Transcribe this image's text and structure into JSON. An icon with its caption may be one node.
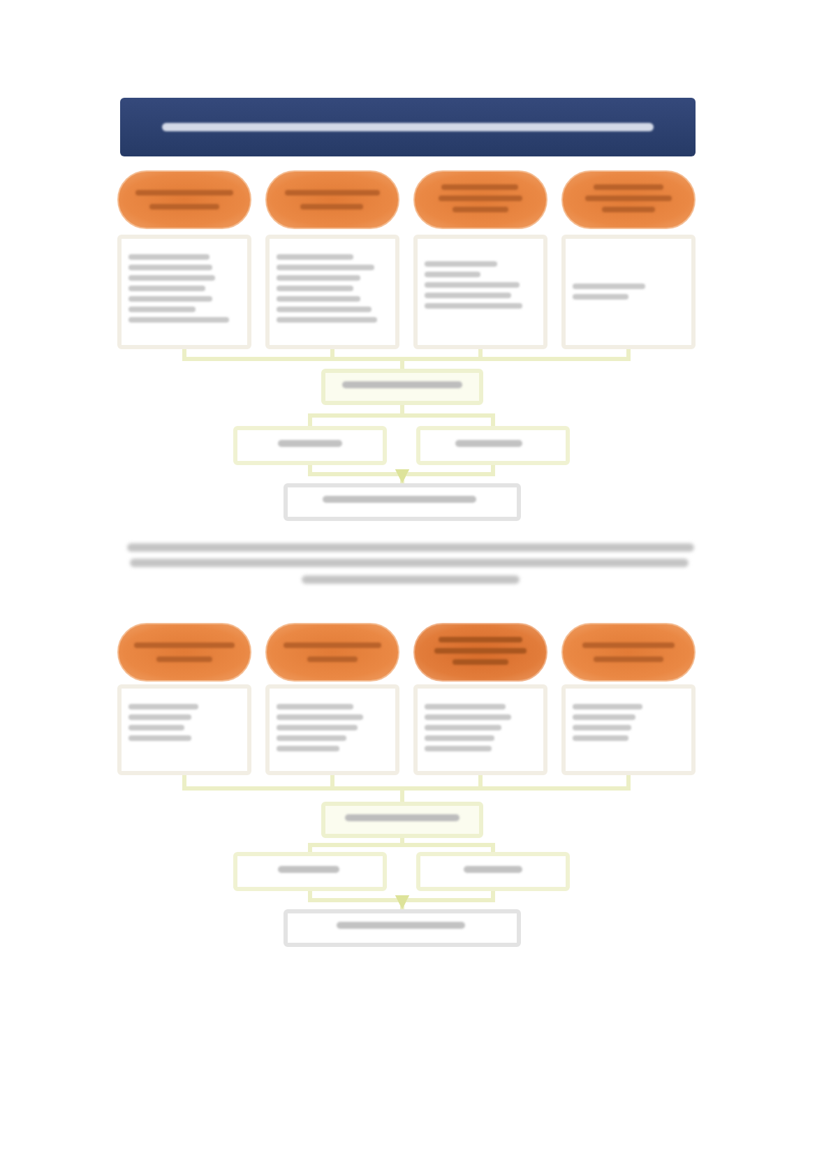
{
  "diagram": {
    "nodes": [
      {
        "text": [],
        "shape": "box"
      },
      {
        "text": [],
        "shape": "pill"
      },
      {
        "text": [],
        "shape": "pill"
      },
      {
        "text": [],
        "shape": "pill"
      },
      {
        "text": [],
        "shape": "pill"
      },
      {
        "text": [],
        "shape": "box"
      },
      {
        "text": [],
        "shape": "box"
      },
      {
        "text": [],
        "shape": "box"
      },
      {
        "text": [],
        "shape": "box"
      },
      {
        "text": [],
        "shape": "box"
      },
      {
        "text": [],
        "shape": "box"
      },
      {
        "text": [],
        "shape": "box"
      },
      {
        "text": [],
        "shape": "box"
      },
      {
        "text": [],
        "shape": "pill"
      },
      {
        "text": [],
        "shape": "pill"
      },
      {
        "text": [],
        "shape": "pill"
      },
      {
        "text": [],
        "shape": "pill"
      },
      {
        "text": [],
        "shape": "box"
      },
      {
        "text": [],
        "shape": "box"
      },
      {
        "text": [],
        "shape": "box"
      },
      {
        "text": [],
        "shape": "box"
      },
      {
        "text": [],
        "shape": "box"
      },
      {
        "text": [],
        "shape": "box"
      },
      {
        "text": [],
        "shape": "box"
      },
      {
        "text": [],
        "shape": "box"
      }
    ],
    "edges": [
      {
        "from": 5,
        "to": 9,
        "arrow": "none"
      },
      {
        "from": 6,
        "to": 9,
        "arrow": "none"
      },
      {
        "from": 7,
        "to": 9,
        "arrow": "none"
      },
      {
        "from": 8,
        "to": 9,
        "arrow": "none"
      },
      {
        "from": 9,
        "to": 10,
        "arrow": "none"
      },
      {
        "from": 9,
        "to": 11,
        "arrow": "none"
      },
      {
        "from": 10,
        "to": 12,
        "arrow": "to"
      },
      {
        "from": 11,
        "to": 12,
        "arrow": "to"
      },
      {
        "from": 17,
        "to": 21,
        "arrow": "none"
      },
      {
        "from": 18,
        "to": 21,
        "arrow": "none"
      },
      {
        "from": 19,
        "to": 21,
        "arrow": "none"
      },
      {
        "from": 20,
        "to": 21,
        "arrow": "none"
      },
      {
        "from": 21,
        "to": 22,
        "arrow": "none"
      },
      {
        "from": 21,
        "to": 23,
        "arrow": "none"
      },
      {
        "from": 22,
        "to": 24,
        "arrow": "to"
      },
      {
        "from": 23,
        "to": 24,
        "arrow": "to"
      }
    ]
  }
}
